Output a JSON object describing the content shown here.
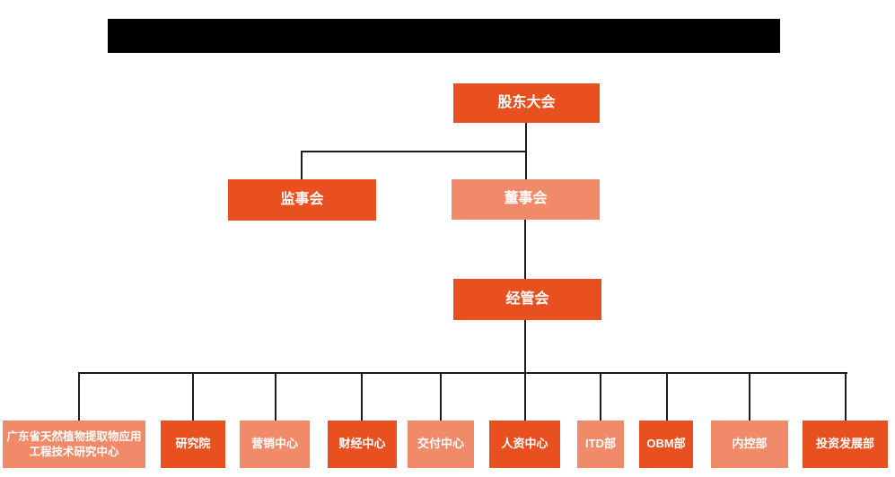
{
  "diagram": {
    "type": "org-chart",
    "title_bar": {
      "text": "",
      "redacted": true
    },
    "colors": {
      "primary_box": "#E8501F",
      "secondary_box": "#F08A68",
      "connector_line": "#1B1B1B",
      "box_text": "#FFFFFF",
      "title_bar_background": "#000000",
      "page_background": "#FFFFFF"
    },
    "nodes": [
      {
        "id": "shareholders-meeting",
        "label": "股东大会",
        "level": 1,
        "variant": "primary"
      },
      {
        "id": "supervisory-board",
        "label": "监事会",
        "level": 2,
        "variant": "primary"
      },
      {
        "id": "board-of-directors",
        "label": "董事会",
        "level": 2,
        "variant": "secondary"
      },
      {
        "id": "management-committee",
        "label": "经管会",
        "level": 3,
        "variant": "primary"
      },
      {
        "id": "research-center",
        "label": "广东省天然植物提取物应用工程技术研究中心",
        "level": 4,
        "variant": "secondary"
      },
      {
        "id": "research-institute",
        "label": "研究院",
        "level": 4,
        "variant": "primary"
      },
      {
        "id": "marketing-center",
        "label": "营销中心",
        "level": 4,
        "variant": "secondary"
      },
      {
        "id": "finance-center",
        "label": "财经中心",
        "level": 4,
        "variant": "primary"
      },
      {
        "id": "delivery-center",
        "label": "交付中心",
        "level": 4,
        "variant": "secondary"
      },
      {
        "id": "hr-center",
        "label": "人资中心",
        "level": 4,
        "variant": "primary"
      },
      {
        "id": "itd-department",
        "label": "ITD部",
        "level": 4,
        "variant": "secondary"
      },
      {
        "id": "obm-department",
        "label": "OBM部",
        "level": 4,
        "variant": "primary"
      },
      {
        "id": "internal-control-dept",
        "label": "内控部",
        "level": 4,
        "variant": "secondary"
      },
      {
        "id": "investment-dev-dept",
        "label": "投资发展部",
        "level": 4,
        "variant": "primary"
      }
    ],
    "edges": [
      {
        "from": "shareholders-meeting",
        "to": "supervisory-board"
      },
      {
        "from": "shareholders-meeting",
        "to": "board-of-directors"
      },
      {
        "from": "board-of-directors",
        "to": "management-committee"
      },
      {
        "from": "management-committee",
        "to": "research-center"
      },
      {
        "from": "management-committee",
        "to": "research-institute"
      },
      {
        "from": "management-committee",
        "to": "marketing-center"
      },
      {
        "from": "management-committee",
        "to": "finance-center"
      },
      {
        "from": "management-committee",
        "to": "delivery-center"
      },
      {
        "from": "management-committee",
        "to": "hr-center"
      },
      {
        "from": "management-committee",
        "to": "itd-department"
      },
      {
        "from": "management-committee",
        "to": "obm-department"
      },
      {
        "from": "management-committee",
        "to": "internal-control-dept"
      },
      {
        "from": "management-committee",
        "to": "investment-dev-dept"
      }
    ]
  }
}
